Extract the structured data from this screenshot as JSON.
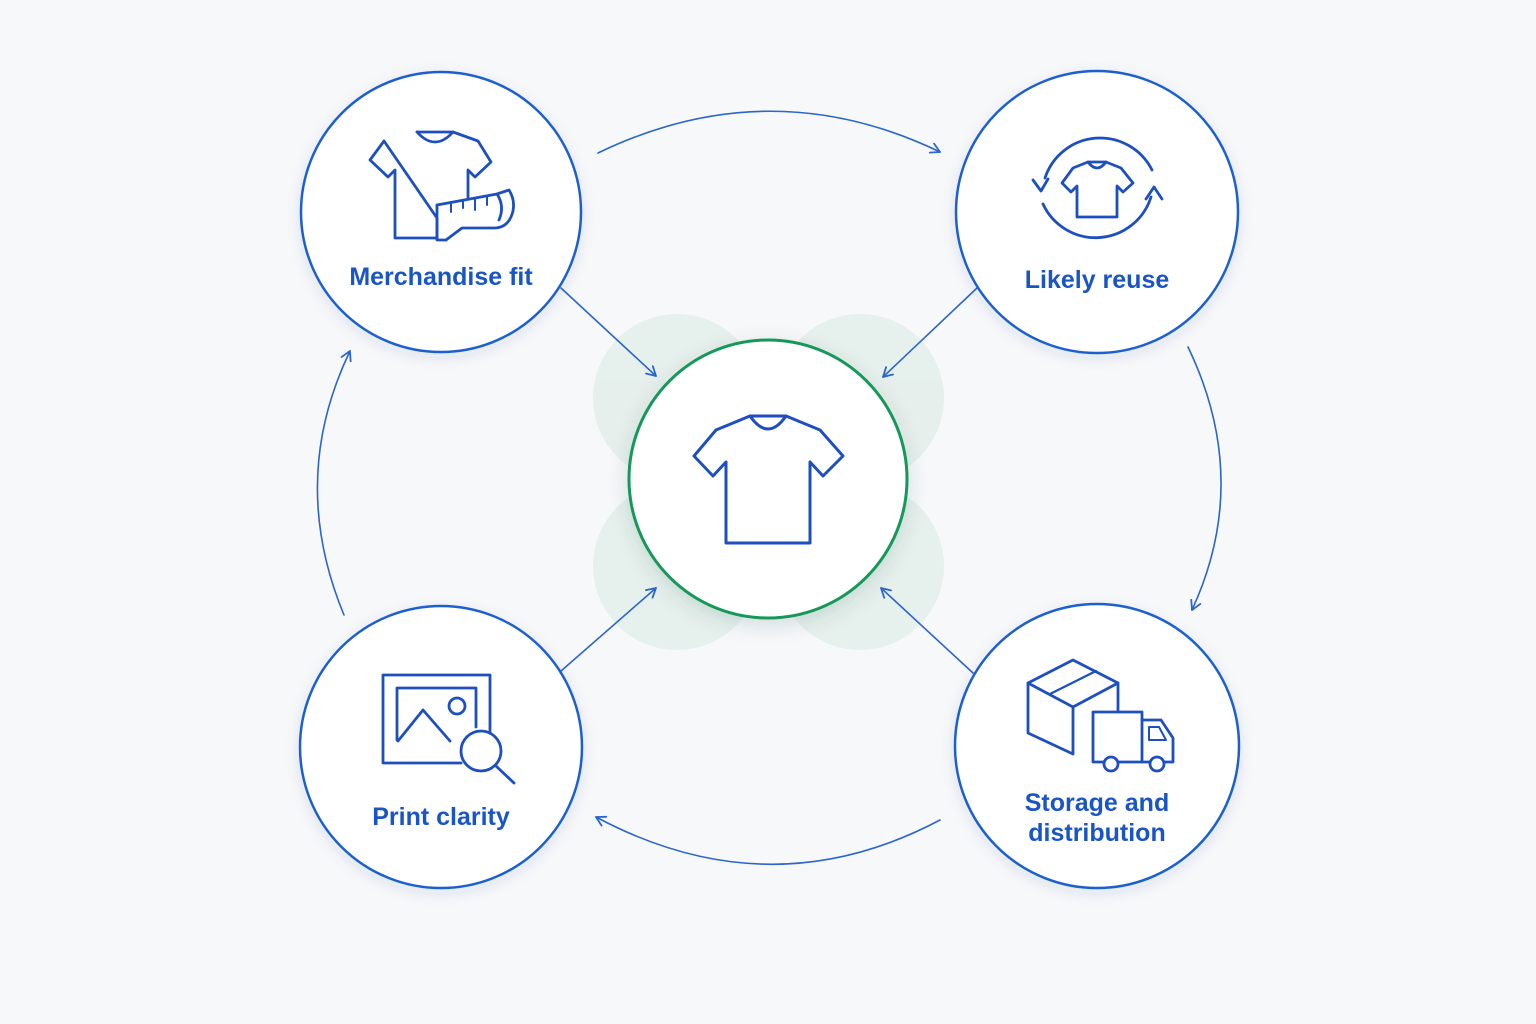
{
  "colors": {
    "background": "#f6f8fa",
    "node_stroke": "#1c5fcf",
    "icon_stroke": "#1d4fc0",
    "label_text": "#1a55c4",
    "arrow_stroke": "#2c65cc",
    "center_stroke": "#16985a",
    "center_glow": "#e0ece6"
  },
  "center": {
    "icon": "t-shirt-icon"
  },
  "nodes": {
    "merchandise_fit": {
      "label": "Merchandise fit",
      "icon": "t-shirt-measuring-tape-icon"
    },
    "likely_reuse": {
      "label": "Likely reuse",
      "icon": "t-shirt-cycle-icon"
    },
    "storage_distribution": {
      "label_line1": "Storage and",
      "label_line2": "distribution",
      "icon": "box-truck-icon"
    },
    "print_clarity": {
      "label": "Print clarity",
      "icon": "image-magnifier-icon"
    }
  }
}
